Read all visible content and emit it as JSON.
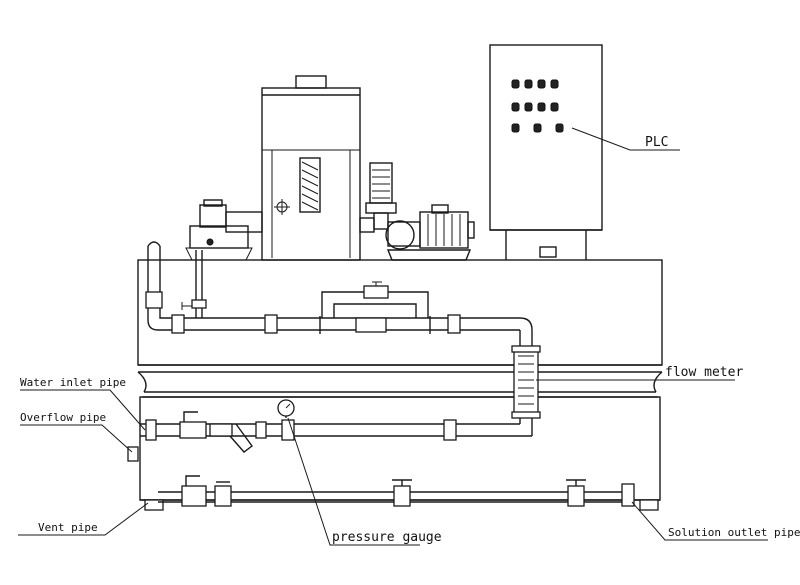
{
  "labels": {
    "plc": "PLC",
    "flow_meter": "flow meter",
    "water_inlet": "Water inlet pipe",
    "overflow": "Overflow pipe",
    "vent": "Vent pipe",
    "pressure_gauge": "pressure gauge",
    "solution_outlet": "Solution outlet pipe"
  }
}
